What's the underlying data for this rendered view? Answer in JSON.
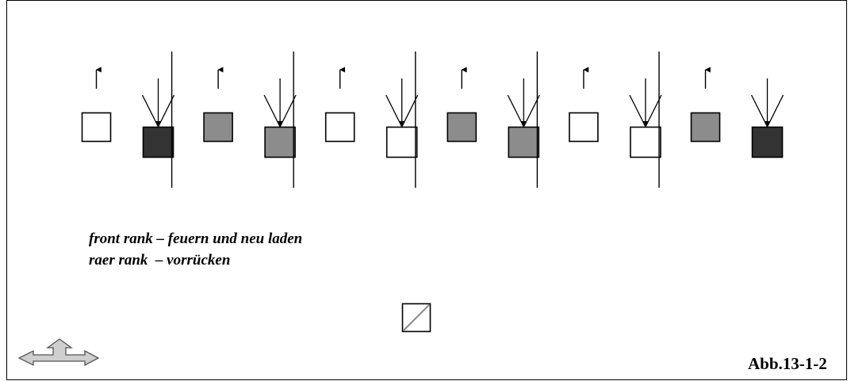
{
  "diagram": {
    "groups": [
      {
        "front_fill": "white",
        "rear_fill": "dark"
      },
      {
        "front_fill": "gray",
        "rear_fill": "gray"
      },
      {
        "front_fill": "white",
        "rear_fill": "white"
      },
      {
        "front_fill": "gray",
        "rear_fill": "gray"
      },
      {
        "front_fill": "white",
        "rear_fill": "white"
      },
      {
        "front_fill": "gray",
        "rear_fill": "dark"
      }
    ],
    "colors": {
      "white": "#ffffff",
      "gray": "#8c8c8c",
      "dark": "#333333",
      "line": "#000000"
    },
    "icons": [
      "up-arrow-icon",
      "converging-arrows-icon",
      "slashed-square-icon",
      "compass-arrows-icon"
    ]
  },
  "legend": {
    "line1": "front rank – feuern und neu laden",
    "line2": "raer rank  – vorrücken"
  },
  "figure_label": "Abb.13-1-2"
}
